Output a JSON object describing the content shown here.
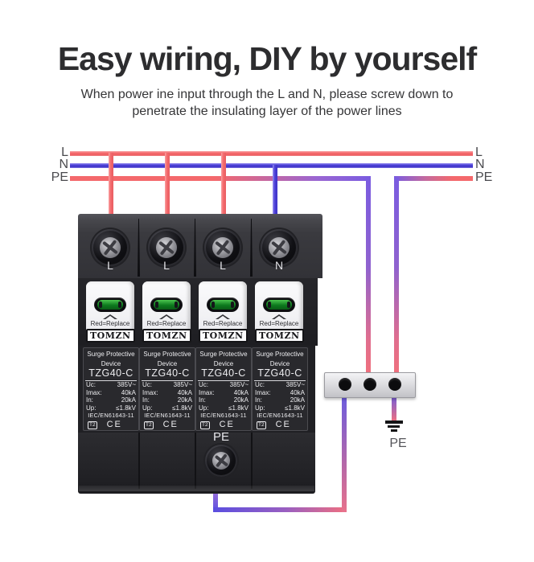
{
  "header": {
    "title": "Easy wiring, DIY by yourself",
    "subtitle_line1": "When power ine input through the L and N, please screw down to",
    "subtitle_line2": "penetrate the insulating layer of the power lines"
  },
  "bus": {
    "left_labels": [
      "L",
      "N",
      "PE"
    ],
    "right_labels": [
      "L",
      "N",
      "PE"
    ]
  },
  "device": {
    "brand": "TOMZN",
    "indicator_note": "Red=Replace",
    "top_terminals": [
      "L",
      "L",
      "L",
      "N"
    ],
    "bottom_terminal": "PE",
    "label": {
      "product_line1": "Surge Protective",
      "product_line2": "Device",
      "model": "TZG40-C",
      "specs": [
        {
          "key": "Uc:",
          "value": "385V~"
        },
        {
          "key": "Imax:",
          "value": "40kA"
        },
        {
          "key": "In:",
          "value": "20kA"
        },
        {
          "key": "Up:",
          "value": "≤1.8kV"
        }
      ],
      "standard": "IEC/EN61643-11",
      "type_badge": "T2",
      "ce_mark": "CE"
    }
  },
  "ground": {
    "label": "PE"
  },
  "colors": {
    "line_red": "#f4696c",
    "line_blue": "#4b3fd8",
    "wire_purple": "#7a5ce0",
    "device_body": "#2a2a2e",
    "indicator_green": "#0d7a1e",
    "module_white": "#f2f2f4",
    "earth_block_gray": "#d9d9dc"
  }
}
